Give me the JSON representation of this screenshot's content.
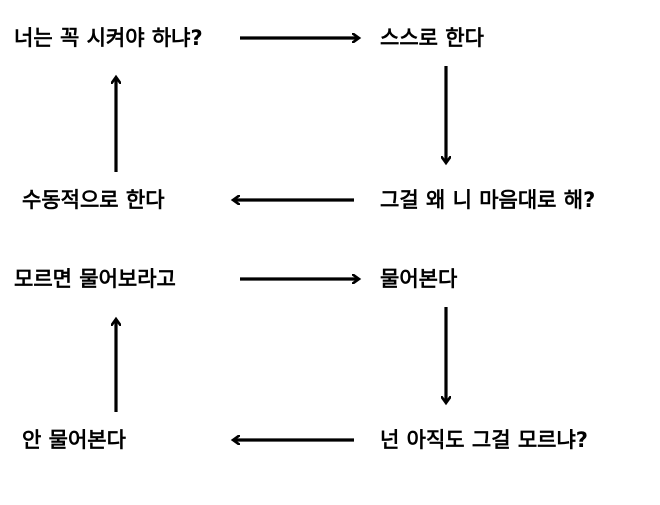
{
  "colors": {
    "background": "#ffffff",
    "text": "#000000",
    "arrow": "#000000"
  },
  "diagram": {
    "cycle1": {
      "top_left": "너는 꼭 시켜야 하냐?",
      "top_right": "스스로 한다",
      "bottom_right": "그걸 왜 니 마음대로 해?",
      "bottom_left": "수동적으로 한다"
    },
    "cycle2": {
      "top_left": "모르면 물어보라고",
      "top_right": "물어본다",
      "bottom_right": "넌 아직도 그걸 모르냐?",
      "bottom_left": "안 물어본다"
    },
    "edges": [
      {
        "from": "cycle1.top_left",
        "to": "cycle1.top_right"
      },
      {
        "from": "cycle1.top_right",
        "to": "cycle1.bottom_right"
      },
      {
        "from": "cycle1.bottom_right",
        "to": "cycle1.bottom_left"
      },
      {
        "from": "cycle1.bottom_left",
        "to": "cycle1.top_left"
      },
      {
        "from": "cycle2.top_left",
        "to": "cycle2.top_right"
      },
      {
        "from": "cycle2.top_right",
        "to": "cycle2.bottom_right"
      },
      {
        "from": "cycle2.bottom_right",
        "to": "cycle2.bottom_left"
      },
      {
        "from": "cycle2.bottom_left",
        "to": "cycle2.top_left"
      }
    ]
  }
}
